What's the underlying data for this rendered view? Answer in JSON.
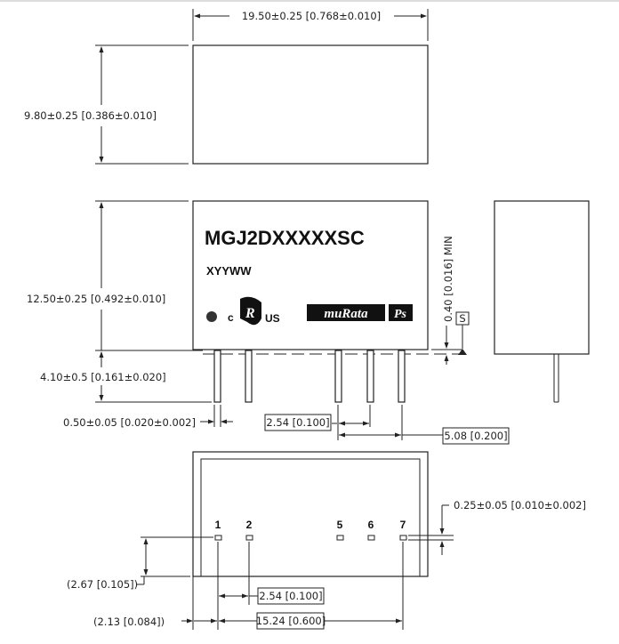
{
  "dimensions": {
    "width": "19.50±0.25 [0.768±0.010]",
    "depth": "9.80±0.25 [0.386±0.010]",
    "height": "12.50±0.25 [0.492±0.010]",
    "standoff": "0.40 [0.016] MIN",
    "pin_length": "4.10±0.5 [0.161±0.020]",
    "pin_diameter": "0.50±0.05 [0.020±0.002]",
    "pitch_1": "2.54 [0.100]",
    "pitch_2": "5.08 [0.200]",
    "pad_size": "0.25±0.05 [0.010±0.002]",
    "row_offset": "(2.67 [0.105])",
    "pin1_to_pitch": "2.54 [0.100]",
    "edge_offset": "(2.13 [0.084])",
    "span": "15.24 [0.600]"
  },
  "marking": {
    "part_number": "MGJ2DXXXXXSC",
    "date_code": "XYYWW",
    "cert_c": "c",
    "cert_us": "US",
    "brand": "muRata",
    "brand_ps": "Ps"
  },
  "datum_label": "S",
  "pins": [
    "1",
    "2",
    "5",
    "6",
    "7"
  ]
}
